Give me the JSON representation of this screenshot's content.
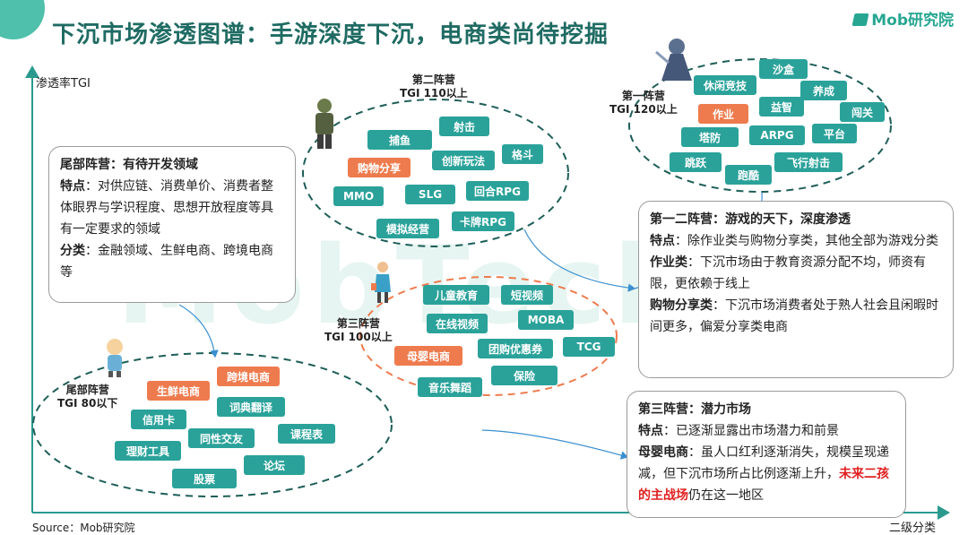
{
  "header": {
    "title": "下沉市场渗透图谱：手游深度下沉，电商类尚待挖掘",
    "logo": "Mob研究院"
  },
  "axes": {
    "y": "渗透率TGI",
    "x": "二级分类"
  },
  "source": "Source：Mob研究院",
  "watermark": "MobTech",
  "camps": {
    "first": {
      "name": "第一阵营",
      "tgi": "TGI 120以上",
      "tags": [
        "沙盒",
        "休闲竞技",
        "养成",
        "作业",
        "益智",
        "闯关",
        "塔防",
        "ARPG",
        "平台",
        "跳跃",
        "跑酷",
        "飞行射击"
      ]
    },
    "second": {
      "name": "第二阵营",
      "tgi": "TGI 110以上",
      "tags": [
        "射击",
        "捕鱼",
        "格斗",
        "创新玩法",
        "购物分享",
        "MMO",
        "SLG",
        "回合RPG",
        "模拟经营",
        "卡牌RPG"
      ]
    },
    "third": {
      "name": "第三阵营",
      "tgi": "TGI 100以上",
      "tags": [
        "儿童教育",
        "短视频",
        "在线视频",
        "MOBA",
        "母婴电商",
        "团购优惠券",
        "TCG",
        "保险",
        "音乐舞蹈"
      ]
    },
    "tail": {
      "name": "尾部阵营",
      "tgi": "TGI 80以下",
      "tags": [
        "跨境电商",
        "生鲜电商",
        "词典翻译",
        "信用卡",
        "课程表",
        "同性交友",
        "理财工具",
        "论坛",
        "股票"
      ]
    }
  },
  "boxes": {
    "tail": {
      "head": "尾部阵营：有待开发领域",
      "l1k": "特点",
      "l1": "：对供应链、消费单价、消费者整体眼界与学识程度、思想开放程度等具有一定要求的领域",
      "l2k": "分类",
      "l2": "：金融领域、生鲜电商、跨境电商等"
    },
    "first_second": {
      "head": "第一二阵营：游戏的天下，深度渗透",
      "l1k": "特点",
      "l1": "：除作业类与购物分享类，其他全部为游戏分类",
      "l2k": "作业类",
      "l2": "：下沉市场由于教育资源分配不均，师资有限，更依赖于线上",
      "l3k": "购物分享类",
      "l3": "：下沉市场消费者处于熟人社会且闲暇时间更多，偏爱分享类电商"
    },
    "third": {
      "head": "第三阵营：潜力市场",
      "l1k": "特点",
      "l1": "：已逐渐显露出市场潜力和前景",
      "l2k": "母婴电商",
      "l2": "：虽人口红利逐渐消失，规模呈现递减，但下沉市场所占比例逐渐上升，",
      "l2red": "未来二孩的主战场",
      "l2end": "仍在这一地区"
    }
  }
}
